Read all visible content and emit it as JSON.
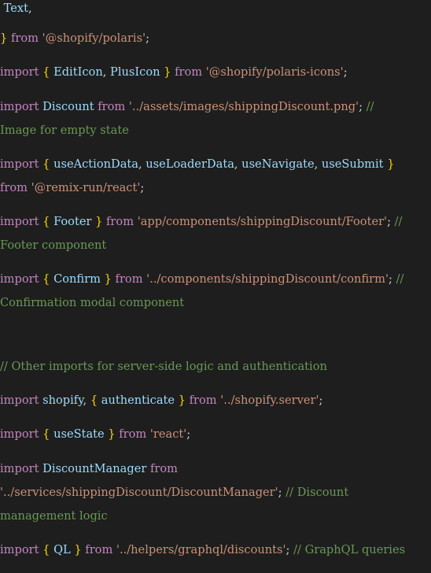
{
  "colors": {
    "background": "#1e1e1e",
    "keyword": "#c586c0",
    "identifier": "#9cdcfe",
    "brace": "#ffd700",
    "string": "#ce9178",
    "comment": "#6a9955",
    "plain": "#d4d4d4"
  },
  "lines": [
    [
      {
        "t": "ident",
        "v": " Text"
      },
      {
        "t": "plain",
        "v": ","
      }
    ],
    [
      {
        "t": "brace",
        "v": "}"
      },
      {
        "t": "plain",
        "v": " "
      },
      {
        "t": "keyword",
        "v": "from"
      },
      {
        "t": "plain",
        "v": " "
      },
      {
        "t": "string",
        "v": "'@shopify/polaris'"
      },
      {
        "t": "plain",
        "v": ";"
      }
    ],
    [
      {
        "t": "keyword",
        "v": "import"
      },
      {
        "t": "plain",
        "v": " "
      },
      {
        "t": "brace",
        "v": "{"
      },
      {
        "t": "plain",
        "v": " "
      },
      {
        "t": "ident",
        "v": "EditIcon"
      },
      {
        "t": "plain",
        "v": ", "
      },
      {
        "t": "ident",
        "v": "PlusIcon"
      },
      {
        "t": "plain",
        "v": " "
      },
      {
        "t": "brace",
        "v": "}"
      },
      {
        "t": "plain",
        "v": " "
      },
      {
        "t": "keyword",
        "v": "from"
      },
      {
        "t": "plain",
        "v": " "
      },
      {
        "t": "string",
        "v": "'@shopify/polaris-icons'"
      },
      {
        "t": "plain",
        "v": ";"
      }
    ],
    [
      {
        "t": "keyword",
        "v": "import"
      },
      {
        "t": "plain",
        "v": " "
      },
      {
        "t": "ident",
        "v": "Discount"
      },
      {
        "t": "plain",
        "v": " "
      },
      {
        "t": "keyword",
        "v": "from"
      },
      {
        "t": "plain",
        "v": " "
      },
      {
        "t": "string",
        "v": "'../assets/images/shippingDiscount.png'"
      },
      {
        "t": "plain",
        "v": "; "
      },
      {
        "t": "comment",
        "v": "//"
      }
    ],
    [
      {
        "t": "comment",
        "v": "Image for empty state"
      }
    ],
    [
      {
        "t": "keyword",
        "v": "import"
      },
      {
        "t": "plain",
        "v": " "
      },
      {
        "t": "brace",
        "v": "{"
      },
      {
        "t": "plain",
        "v": " "
      },
      {
        "t": "ident",
        "v": "useActionData"
      },
      {
        "t": "plain",
        "v": ", "
      },
      {
        "t": "ident",
        "v": "useLoaderData"
      },
      {
        "t": "plain",
        "v": ", "
      },
      {
        "t": "ident",
        "v": "useNavigate"
      },
      {
        "t": "plain",
        "v": ", "
      },
      {
        "t": "ident",
        "v": "useSubmit"
      },
      {
        "t": "plain",
        "v": " "
      },
      {
        "t": "brace",
        "v": "}"
      }
    ],
    [
      {
        "t": "keyword",
        "v": "from"
      },
      {
        "t": "plain",
        "v": " "
      },
      {
        "t": "string",
        "v": "'@remix-run/react'"
      },
      {
        "t": "plain",
        "v": ";"
      }
    ],
    [
      {
        "t": "keyword",
        "v": "import"
      },
      {
        "t": "plain",
        "v": " "
      },
      {
        "t": "brace",
        "v": "{"
      },
      {
        "t": "plain",
        "v": " "
      },
      {
        "t": "ident",
        "v": "Footer"
      },
      {
        "t": "plain",
        "v": " "
      },
      {
        "t": "brace",
        "v": "}"
      },
      {
        "t": "plain",
        "v": " "
      },
      {
        "t": "keyword",
        "v": "from"
      },
      {
        "t": "plain",
        "v": " "
      },
      {
        "t": "string",
        "v": "'app/components/shippingDiscount/Footer'"
      },
      {
        "t": "plain",
        "v": "; "
      },
      {
        "t": "comment",
        "v": "//"
      }
    ],
    [
      {
        "t": "comment",
        "v": "Footer component"
      }
    ],
    [
      {
        "t": "keyword",
        "v": "import"
      },
      {
        "t": "plain",
        "v": " "
      },
      {
        "t": "brace",
        "v": "{"
      },
      {
        "t": "plain",
        "v": " "
      },
      {
        "t": "ident",
        "v": "Confirm"
      },
      {
        "t": "plain",
        "v": " "
      },
      {
        "t": "brace",
        "v": "}"
      },
      {
        "t": "plain",
        "v": " "
      },
      {
        "t": "keyword",
        "v": "from"
      },
      {
        "t": "plain",
        "v": " "
      },
      {
        "t": "string",
        "v": "'../components/shippingDiscount/confirm'"
      },
      {
        "t": "plain",
        "v": "; "
      },
      {
        "t": "comment",
        "v": "//"
      }
    ],
    [
      {
        "t": "comment",
        "v": "Confirmation modal component"
      }
    ],
    [
      {
        "t": "comment",
        "v": "// Other imports for server-side logic and authentication"
      }
    ],
    [
      {
        "t": "keyword",
        "v": "import"
      },
      {
        "t": "plain",
        "v": " "
      },
      {
        "t": "ident",
        "v": "shopify"
      },
      {
        "t": "plain",
        "v": ", "
      },
      {
        "t": "brace",
        "v": "{"
      },
      {
        "t": "plain",
        "v": " "
      },
      {
        "t": "ident",
        "v": "authenticate"
      },
      {
        "t": "plain",
        "v": " "
      },
      {
        "t": "brace",
        "v": "}"
      },
      {
        "t": "plain",
        "v": " "
      },
      {
        "t": "keyword",
        "v": "from"
      },
      {
        "t": "plain",
        "v": " "
      },
      {
        "t": "string",
        "v": "'../shopify.server'"
      },
      {
        "t": "plain",
        "v": ";"
      }
    ],
    [
      {
        "t": "keyword",
        "v": "import"
      },
      {
        "t": "plain",
        "v": " "
      },
      {
        "t": "brace",
        "v": "{"
      },
      {
        "t": "plain",
        "v": " "
      },
      {
        "t": "ident",
        "v": "useState"
      },
      {
        "t": "plain",
        "v": " "
      },
      {
        "t": "brace",
        "v": "}"
      },
      {
        "t": "plain",
        "v": " "
      },
      {
        "t": "keyword",
        "v": "from"
      },
      {
        "t": "plain",
        "v": " "
      },
      {
        "t": "string",
        "v": "'react'"
      },
      {
        "t": "plain",
        "v": ";"
      }
    ],
    [
      {
        "t": "keyword",
        "v": "import"
      },
      {
        "t": "plain",
        "v": " "
      },
      {
        "t": "ident",
        "v": "DiscountManager"
      },
      {
        "t": "plain",
        "v": " "
      },
      {
        "t": "keyword",
        "v": "from"
      }
    ],
    [
      {
        "t": "string",
        "v": "'../services/shippingDiscount/DiscountManager'"
      },
      {
        "t": "plain",
        "v": "; "
      },
      {
        "t": "comment",
        "v": "// Discount"
      }
    ],
    [
      {
        "t": "comment",
        "v": "management logic"
      }
    ],
    [
      {
        "t": "keyword",
        "v": "import"
      },
      {
        "t": "plain",
        "v": " "
      },
      {
        "t": "brace",
        "v": "{"
      },
      {
        "t": "plain",
        "v": " "
      },
      {
        "t": "ident",
        "v": "QL"
      },
      {
        "t": "plain",
        "v": " "
      },
      {
        "t": "brace",
        "v": "}"
      },
      {
        "t": "plain",
        "v": " "
      },
      {
        "t": "keyword",
        "v": "from"
      },
      {
        "t": "plain",
        "v": " "
      },
      {
        "t": "string",
        "v": "'../helpers/graphql/discounts'"
      },
      {
        "t": "plain",
        "v": "; "
      },
      {
        "t": "comment",
        "v": "// GraphQL queries"
      }
    ]
  ]
}
